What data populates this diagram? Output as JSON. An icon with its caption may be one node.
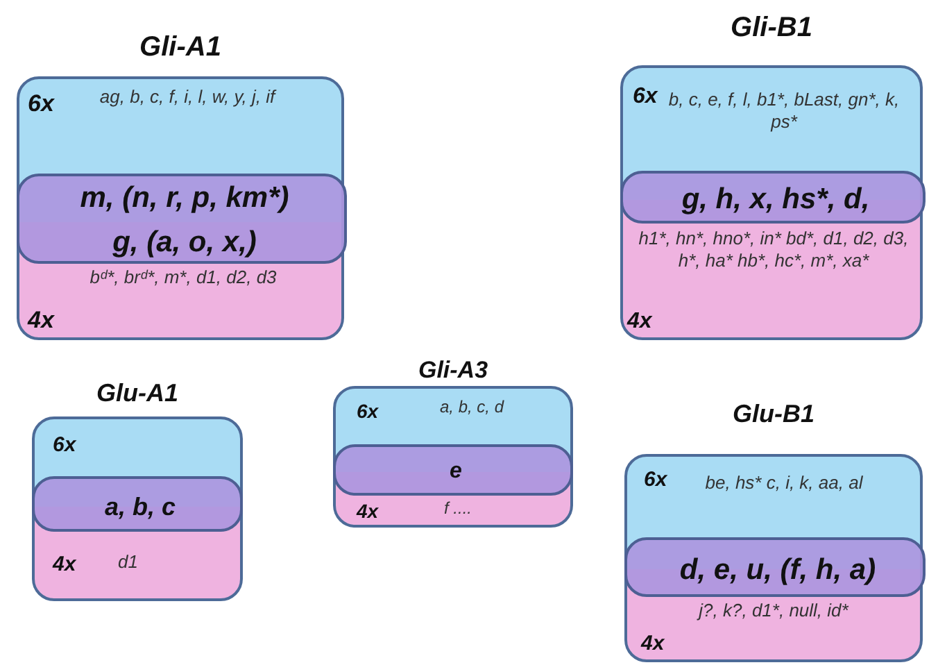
{
  "diagram": {
    "nodes": [
      {
        "text": [
          "Gli-A1",
          "6x",
          "ag, b, c, f, i, l, w, y, j, if",
          "4x",
          "bᵈ*, brᵈ*, m*, d1, d2, d3"
        ]
      },
      {
        "text": [
          "m, (n, r, p, km*)",
          "g, (a, o, x,)"
        ],
        "in": 0
      },
      {
        "text": [
          "Gli-B1",
          "6x",
          "b, c, e, f, l, b1*, bLast, gn*, k, ps*",
          "h1*, hn*, hno*, in* bd*, d1, d2, d3, h*, ha* hb*, hc*, m*, xa*",
          "4x"
        ]
      },
      {
        "text": [
          "g, h, x, hs*, d,"
        ],
        "in": 2
      },
      {
        "text": [
          "Glu-A1",
          "6x",
          "4x",
          "d1"
        ]
      },
      {
        "text": [
          "a, b, c"
        ],
        "in": 4
      },
      {
        "text": [
          "Gli-A3",
          "6x",
          "a, b, c, d",
          "4x",
          "f ...."
        ]
      },
      {
        "text": [
          "e"
        ],
        "in": 6
      },
      {
        "text": [
          "Glu-B1",
          "6x",
          "be, hs* c, i, k, aa, al",
          "j?, k?, d1*, null, id*",
          "4x"
        ]
      },
      {
        "text": [
          "d, e, u, (f, h, a)"
        ],
        "in": 8
      }
    ]
  }
}
